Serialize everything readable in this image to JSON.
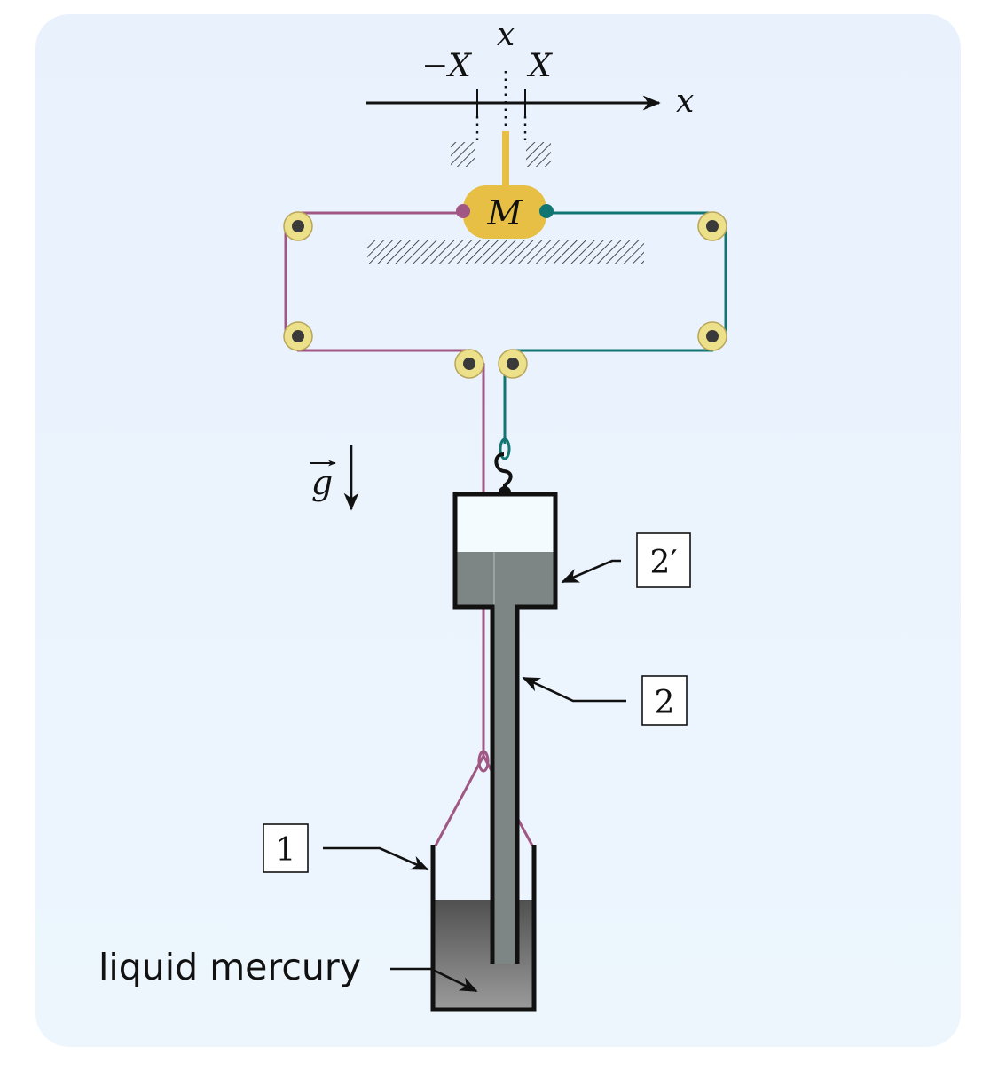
{
  "colors": {
    "panel_bg_top": "#e9f1fd",
    "panel_bg_bottom": "#edf6fd",
    "mass": "#e7bf45",
    "string_left": "#a05783",
    "string_right": "#117571",
    "pulley_fill": "#ece08a",
    "pulley_hub": "#3a3a3a",
    "mercury_light": "#9a9a9a",
    "mercury_dark": "#505050",
    "tube_fill": "#7e8685",
    "ink": "#111111"
  },
  "labels": {
    "axis_top": "x",
    "axis_right": "x",
    "neg_limit": "−X",
    "pos_limit": "X",
    "mass": "M",
    "gravity": "g",
    "box_1": "1",
    "box_2": "2",
    "box_2prime": "2′",
    "mercury": "liquid mercury"
  },
  "icons": {
    "hook": "hook-icon",
    "pulley": "pulley-icon",
    "gravity_arrow": "down-arrow-icon"
  }
}
